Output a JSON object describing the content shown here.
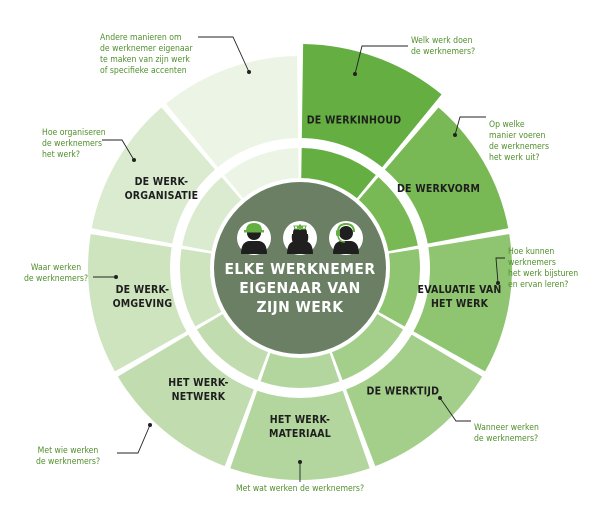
{
  "center": {
    "lines": [
      "ELKE WERKNEMER",
      "EIGENAAR VAN",
      "ZIJN WERK"
    ],
    "icons": [
      "worker-hardhat-icon",
      "nurse-icon",
      "headset-operator-icon"
    ]
  },
  "segments": [
    {
      "id": "werkinhoud",
      "lines": [
        "DE WERKINHOUD"
      ],
      "color": "#64ae42"
    },
    {
      "id": "werkvorm",
      "lines": [
        "DE WERKVORM"
      ],
      "color": "#79b955"
    },
    {
      "id": "evaluatie",
      "lines": [
        "EVALUATIE VAN",
        "HET WERK"
      ],
      "color": "#8fc470"
    },
    {
      "id": "werktijd",
      "lines": [
        "DE WERKTIJD"
      ],
      "color": "#a3cf8b"
    },
    {
      "id": "werkmateriaal",
      "lines": [
        "HET WERK-",
        "MATERIAAL"
      ],
      "color": "#b3d69e"
    },
    {
      "id": "werknetwerk",
      "lines": [
        "HET WERK-",
        "NETWERK"
      ],
      "color": "#c1ddaf"
    },
    {
      "id": "werkomgeving",
      "lines": [
        "DE WERK-",
        "OMGEVING"
      ],
      "color": "#cee4bf"
    },
    {
      "id": "werkorganisatie",
      "lines": [
        "DE WERK-",
        "ORGANISATIE"
      ],
      "color": "#daebcf"
    },
    {
      "id": "andere",
      "lines": [],
      "color": "#ecf5e5"
    }
  ],
  "questions": [
    {
      "id": "q-werkinhoud",
      "lines": [
        "Welk werk doen",
        "de werknemers?"
      ]
    },
    {
      "id": "q-werkvorm",
      "lines": [
        "Op welke",
        "manier voeren",
        "de werknemers",
        "het werk uit?"
      ]
    },
    {
      "id": "q-evaluatie",
      "lines": [
        "Hoe kunnen",
        "werknemers",
        "het werk bijsturen",
        "en ervan leren?"
      ]
    },
    {
      "id": "q-werktijd",
      "lines": [
        "Wanneer werken",
        "de werknemers?"
      ]
    },
    {
      "id": "q-werkmateriaal",
      "lines": [
        "Met wat werken de werknemers?"
      ]
    },
    {
      "id": "q-werknetwerk",
      "lines": [
        "Met wie werken",
        "de werknemers?"
      ]
    },
    {
      "id": "q-werkomgeving",
      "lines": [
        "Waar werken",
        "de werknemers?"
      ]
    },
    {
      "id": "q-werkorganisatie",
      "lines": [
        "Hoe organiseren",
        "de werknemers",
        "het werk?"
      ]
    },
    {
      "id": "q-andere",
      "lines": [
        "Andere manieren om",
        "de werknemer eigenaar",
        "te maken van zijn werk",
        "of specifieke accenten"
      ]
    }
  ],
  "colors": {
    "center_fill": "#6a7f64",
    "center_rim": "#ffffff",
    "question_text": "#4f8f2b",
    "segment_text": "#1e1e1e",
    "leader_line": "#222222"
  }
}
